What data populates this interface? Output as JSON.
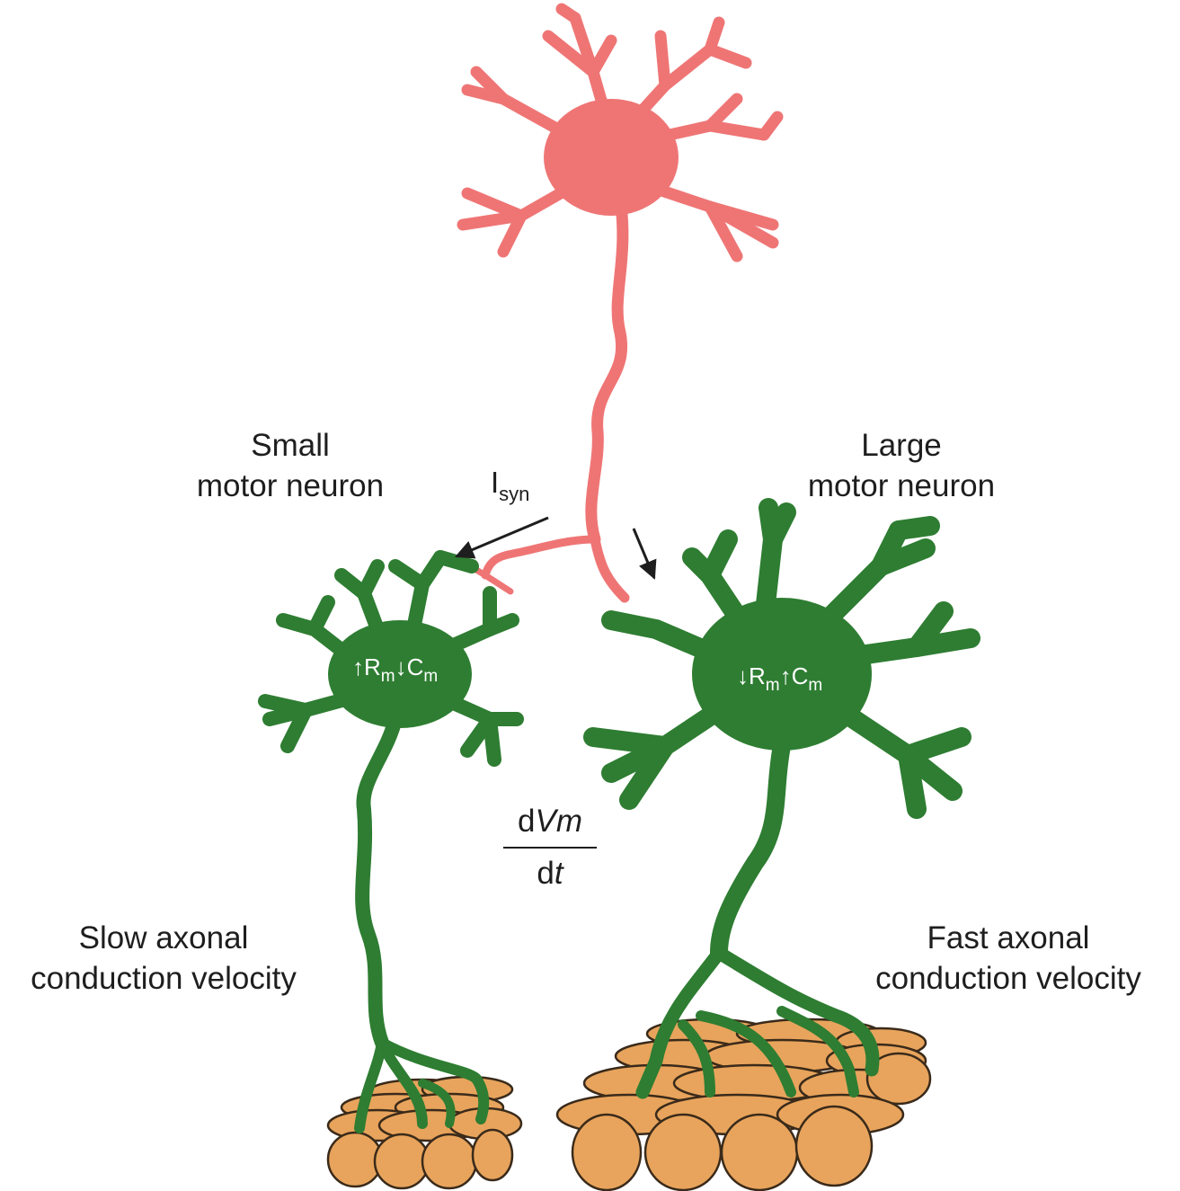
{
  "labels": {
    "small_title_1": "Small",
    "small_title_2": "motor neuron",
    "large_title_1": "Large",
    "large_title_2": "motor neuron",
    "slow_1": "Slow axonal",
    "slow_2": "conduction velocity",
    "fast_1": "Fast axonal",
    "fast_2": "conduction velocity",
    "isyn_main": "I",
    "isyn_sub": "syn",
    "frac_num_d": "d",
    "frac_num_v": "Vm",
    "frac_den_d": "d",
    "frac_den_t": "t"
  },
  "small_neuron": {
    "rm_arrow": "↑",
    "rm_main": "R",
    "rm_sub": "m",
    "cm_arrow": "↓",
    "cm_main": "C",
    "cm_sub": "m"
  },
  "large_neuron": {
    "rm_arrow": "↓",
    "rm_main": "R",
    "rm_sub": "m",
    "cm_arrow": "↑",
    "cm_main": "C",
    "cm_sub": "m"
  },
  "colors": {
    "upper_neuron": "#ef7575",
    "motor_neuron": "#2e7d32",
    "muscle": "#e8a45c",
    "text": "#1e1e1e"
  }
}
